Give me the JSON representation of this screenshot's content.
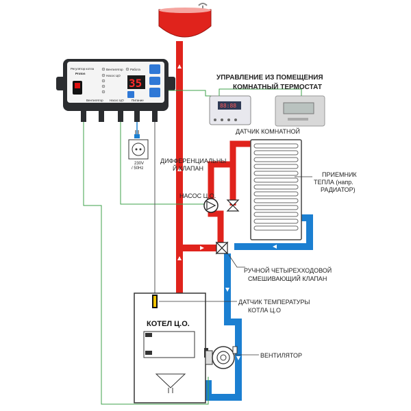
{
  "labels": {
    "room_control_line1": "УПРАВЛЕНИЕ ИЗ ПОМЕЩЕНИЯ",
    "room_control_line2": "КОМНАТНЫЙ ТЕРМОСТАТ",
    "room_sensor": "ДАТЧИК КОМНАТНОЙ",
    "diff_valve_line1": "ДИФФЕРЕНЦИАЛЬНЫ",
    "diff_valve_line2": "Й КЛАПАН",
    "pump": "НАСОС Ц.О.",
    "heat_receiver_line1": "ПРИЕМНИК",
    "heat_receiver_line2": "ТЕПЛА (напр.",
    "heat_receiver_line3": "РАДИАТОР)",
    "mix_valve_line1": "РУЧНОЙ ЧЕТЫРЕХХОДОВОЙ",
    "mix_valve_line2": "СМЕШИВАЮЩИЙ КЛАПАН",
    "temp_sensor_line1": "ДАТЧИК ТЕМПЕРАТУРЫ",
    "temp_sensor_line2": "КОТЛА Ц.О",
    "fan": "ВЕНТИЛЯТОР",
    "boiler": "КОТЕЛ Ц.О.",
    "power_line1": "230V",
    "power_line2": "/ 50Hz"
  },
  "controller": {
    "brand_line": "Регулятор котла",
    "model": "Proton",
    "display_value": "35",
    "ind_fan": "Вентилятор",
    "ind_work": "Работа",
    "ind_pump": "Насос ЦО",
    "bottom_left": "Вентилятор",
    "bottom_mid": "Насос ЦО",
    "bottom_right": "Питание"
  },
  "colors": {
    "hot": "#e0231c",
    "cold": "#1b7fd1",
    "wire": "#3ca24a",
    "controller_body": "#2b2d30",
    "accent_blue": "#2f78d6"
  }
}
